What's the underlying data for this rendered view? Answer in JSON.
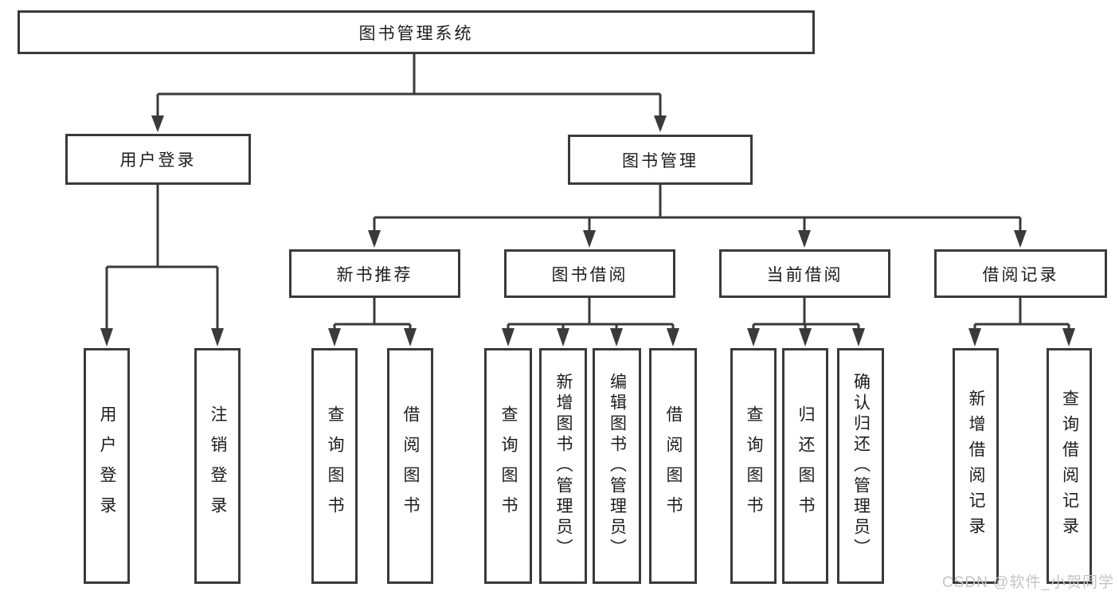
{
  "diagram_type": "hierarchy-tree",
  "tree": {
    "root": {
      "label": "图书管理系统",
      "children": [
        {
          "label": "用户登录",
          "children": [
            {
              "label": "用户登录"
            },
            {
              "label": "注销登录"
            }
          ]
        },
        {
          "label": "图书管理",
          "children": [
            {
              "label": "新书推荐",
              "children": [
                {
                  "label": "查询图书"
                },
                {
                  "label": "借阅图书"
                }
              ]
            },
            {
              "label": "图书借阅",
              "children": [
                {
                  "label": "查询图书"
                },
                {
                  "label": "新增图书（管理员）"
                },
                {
                  "label": "编辑图书（管理员）"
                },
                {
                  "label": "借阅图书"
                }
              ]
            },
            {
              "label": "当前借阅",
              "children": [
                {
                  "label": "查询图书"
                },
                {
                  "label": "归还图书"
                },
                {
                  "label": "确认归还（管理员）"
                }
              ]
            },
            {
              "label": "借阅记录",
              "children": [
                {
                  "label": "新增借阅记录"
                },
                {
                  "label": "查询借阅记录"
                }
              ]
            }
          ]
        }
      ]
    }
  },
  "watermark": {
    "text": "CSDN @软件_小贺同学",
    "color": "#c4c4c8"
  },
  "colors": {
    "line": "#3a3a3a",
    "text": "#1c1c1c",
    "box_background": "#ffffff",
    "page_background": "#ffffff"
  }
}
